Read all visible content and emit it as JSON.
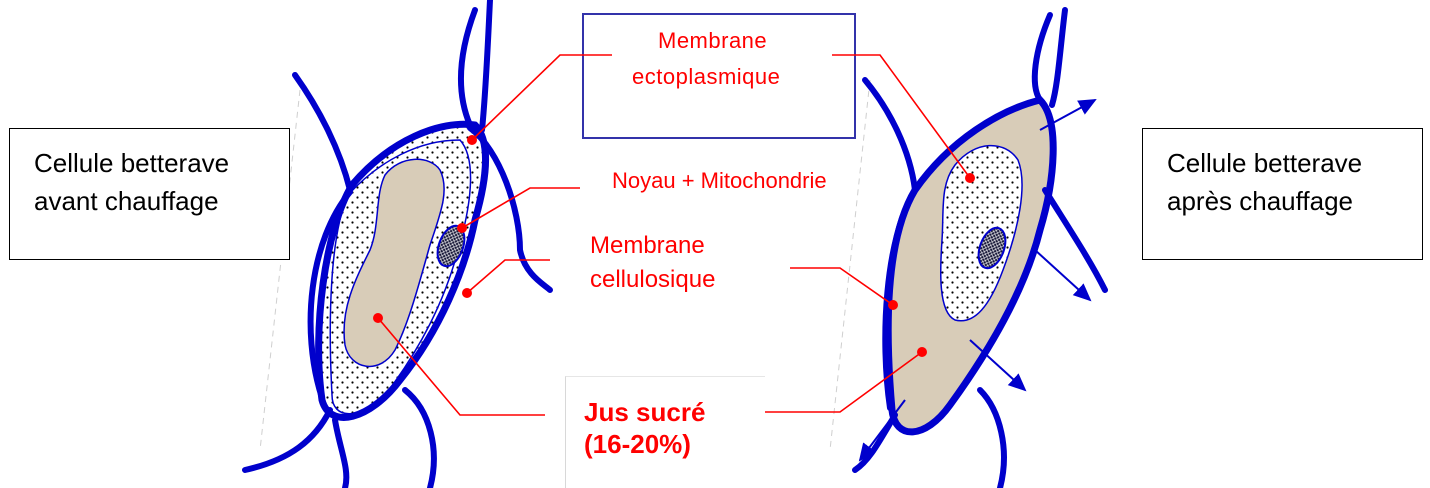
{
  "left_box": {
    "line1": "Cellule betterave",
    "line2": "avant chauffage"
  },
  "right_box": {
    "line1": "Cellule betterave",
    "line2": "après chauffage"
  },
  "labels": {
    "membrane_ecto_1": "Membrane",
    "membrane_ecto_2": "ectoplasmique",
    "noyau": "Noyau + Mitochondrie",
    "cellulosique_1": "Membrane",
    "cellulosique_2": "cellulosique",
    "jus_1": "Jus sucré",
    "jus_2": "(16-20%)"
  },
  "colors": {
    "wall": "#0000cc",
    "label": "#ff0000",
    "juice": "#d8ccb8",
    "frame": "#3333aa"
  }
}
